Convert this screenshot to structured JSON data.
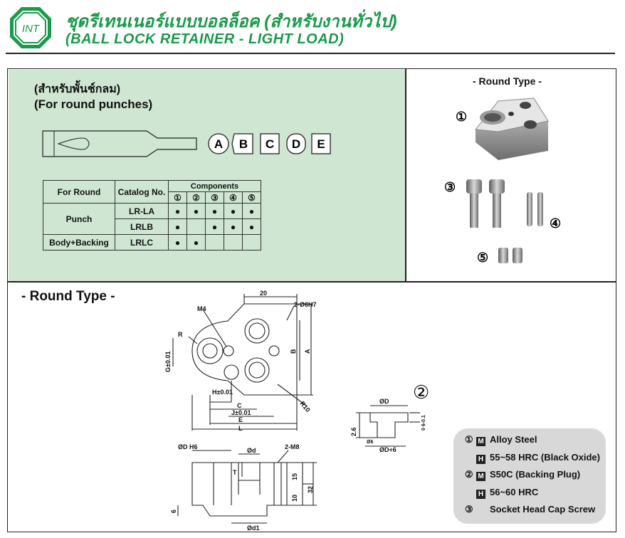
{
  "logo_text": "INT",
  "title_thai": "ชุดรีเทนเนอร์แบบบอลล็อค (สำหรับงานทั่วไป)",
  "title_english": "(BALL LOCK RETAINER - LIGHT LOAD)",
  "subtitle_thai": "(สำหรับพั้นช์กลม)",
  "subtitle_english": "(For round punches)",
  "punch_letters": [
    "A",
    "B",
    "C",
    "D",
    "E"
  ],
  "table": {
    "col_for_round": "For Round",
    "col_catalog": "Catalog No.",
    "col_components": "Components",
    "component_numbers": [
      "①",
      "②",
      "③",
      "④",
      "⑤"
    ],
    "group_punch": "Punch",
    "group_body": "Body+Backing",
    "rows": [
      {
        "catalog": "LR-LA",
        "marks": [
          "●",
          "●",
          "●",
          "●",
          "●"
        ]
      },
      {
        "catalog": "LRLB",
        "marks": [
          "●",
          "",
          "●",
          "●",
          "●"
        ]
      },
      {
        "catalog": "LRLC",
        "marks": [
          "●",
          "●",
          "",
          "",
          ""
        ]
      }
    ]
  },
  "photo_label": "- Round Type -",
  "photo_numbers": [
    "①",
    "③",
    "④",
    "⑤"
  ],
  "section_label": "- Round Type -",
  "backing_number": "②",
  "drawing_labels": {
    "d20": "20",
    "m4": "M4",
    "hole": "2-Ø6H7",
    "r": "R",
    "g": "G±0.01",
    "b": "B",
    "a": "A",
    "r10": "R10",
    "h": "H±0.01",
    "c": "C",
    "j": "J±0.01",
    "e": "E",
    "l": "L",
    "od": "ØD",
    "h26": "2.6",
    "tol": "0\n6-0.1",
    "o6": "Ø6",
    "od6": "ØD+6",
    "odh6": "ØD H6",
    "odsmall": "Ød",
    "m8": "2-M8",
    "t": "T",
    "d15": "15",
    "d32": "32",
    "d10": "10",
    "d6": "6",
    "od1": "Ød1"
  },
  "legend": [
    {
      "num": "①",
      "tag": "M",
      "text": "Alloy Steel"
    },
    {
      "num": "",
      "tag": "H",
      "text": "55~58 HRC (Black Oxide)"
    },
    {
      "num": "②",
      "tag": "M",
      "text": "S50C (Backing Plug)"
    },
    {
      "num": "",
      "tag": "H",
      "text": "56~60 HRC"
    },
    {
      "num": "③",
      "tag": "",
      "text": "Socket Head Cap Screw"
    }
  ],
  "colors": {
    "brand_green": "#1a9a4a",
    "panel_green": "#cfe6d2",
    "legend_gray": "#d8d8d8"
  }
}
